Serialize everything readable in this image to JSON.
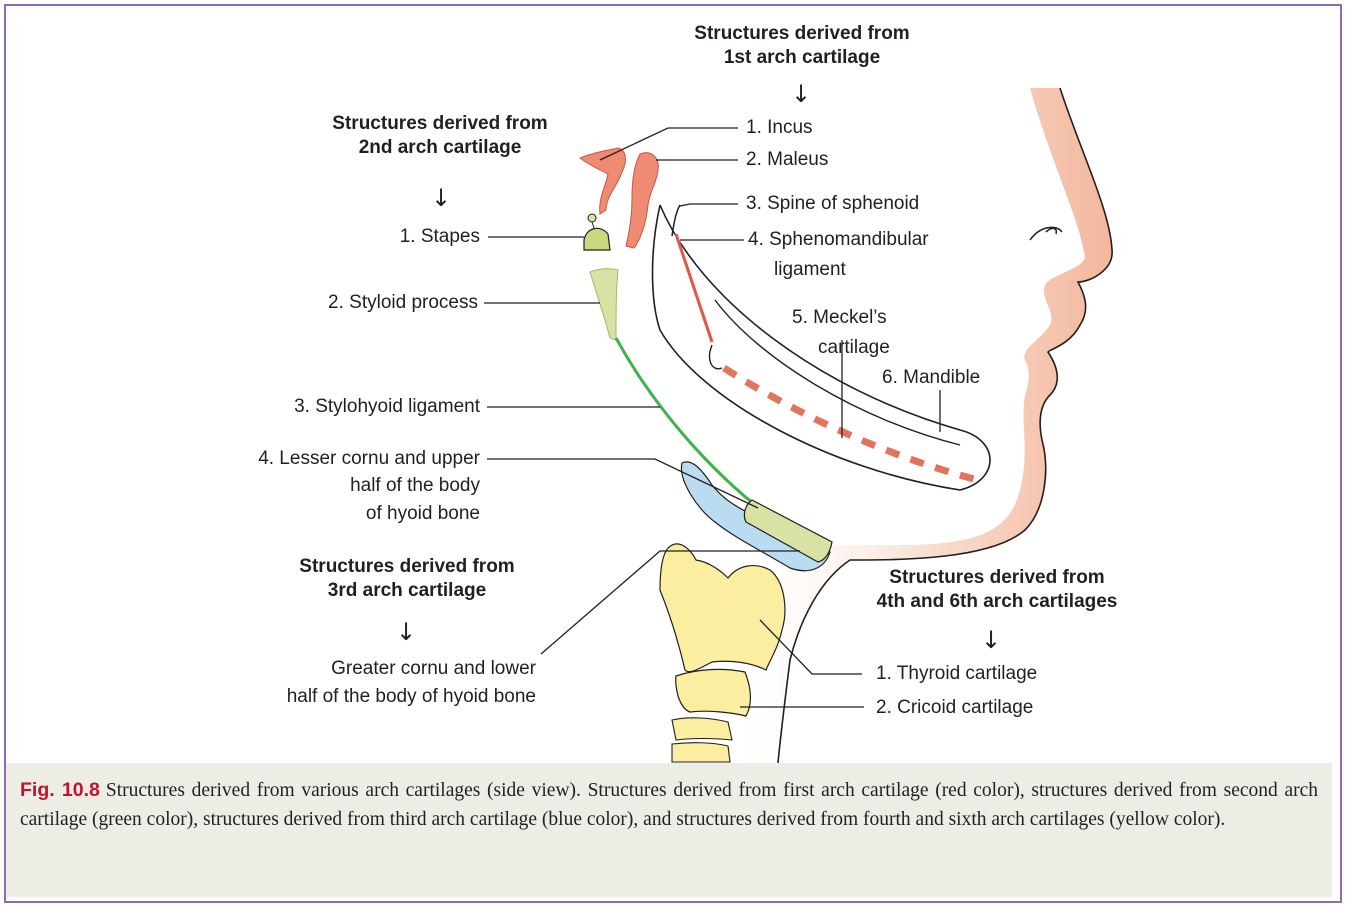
{
  "headers": {
    "first_arch": [
      "Structures derived from",
      "1st arch cartilage"
    ],
    "second_arch": [
      "Structures derived from",
      "2nd arch cartilage"
    ],
    "third_arch": [
      "Structures derived from",
      "3rd arch cartilage"
    ],
    "fourth_sixth_arch": [
      "Structures derived from",
      "4th and 6th arch cartilages"
    ]
  },
  "first_arch_labels": [
    "1. Incus",
    "2. Maleus",
    "3. Spine of sphenoid",
    "4. Sphenomandibular",
    "ligament",
    "5. Meckel’s",
    "cartilage",
    "6. Mandible"
  ],
  "second_arch_labels": [
    "1. Stapes",
    "2. Styloid process",
    "3. Stylohyoid ligament",
    "4. Lesser cornu and upper",
    "half of the body",
    "of hyoid bone"
  ],
  "third_arch_labels": [
    "Greater cornu and lower",
    "half of the body of hyoid bone"
  ],
  "fourth_sixth_labels": [
    "1. Thyroid cartilage",
    "2. Cricoid cartilage"
  ],
  "arrow_glyph": "↓",
  "caption": {
    "figure_number": "Fig. 10.8",
    "text": "Structures derived from various arch cartilages (side view). Structures derived from first arch cartilage (red color), structures derived from second arch cartilage (green color), structures derived from third arch cartilage (blue color), and structures derived from fourth and sixth arch cartilages (yellow color)."
  },
  "colors": {
    "frame": "#8f6bab",
    "skin": "#f5c6ae",
    "first_arch": "#e2554a",
    "ossicle": "#ef8a73",
    "second_arch": "#3cb44b",
    "second_arch_fill": "#d7e3a4",
    "third_arch_fill": "#b9dcf0",
    "fourth_sixth_fill": "#fbeea0",
    "caption_bg": "#eceee5",
    "caption_fig": "#c8102e"
  }
}
